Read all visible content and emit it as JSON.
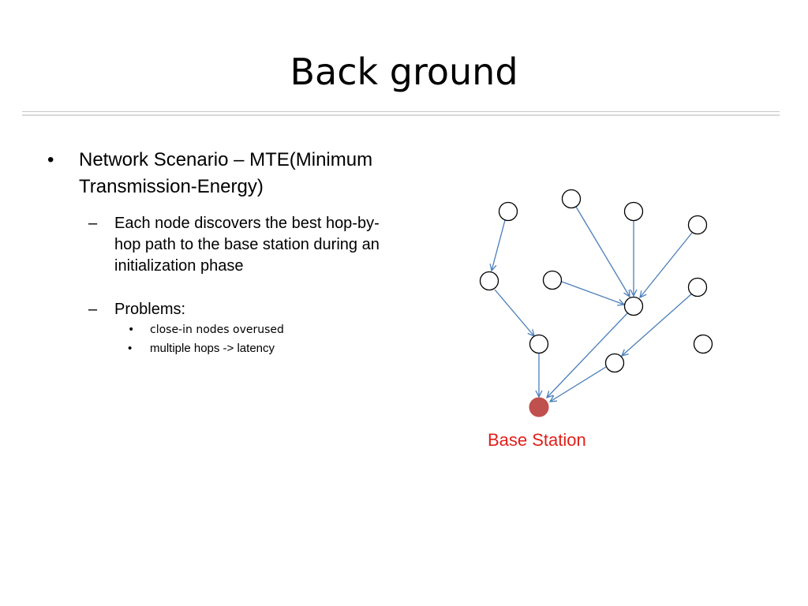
{
  "slide": {
    "title": "Back ground",
    "bullets": {
      "main": "Network Scenario – MTE(Minimum Transmission-Energy)",
      "sub1": "Each node discovers the best hop-by-hop path to the base station during an initialization phase",
      "sub2": "Problems:",
      "problems": [
        "close-in nodes overused",
        "multiple hops  -> latency"
      ]
    },
    "bullet_glyph": "•",
    "dash_glyph": "–"
  },
  "diagram": {
    "base_station_label": "Base Station",
    "colors": {
      "base_station_fill": "#c0504d",
      "label_text": "#e0201b",
      "arrow": "#4a7ebb",
      "node_stroke": "#000000"
    }
  }
}
